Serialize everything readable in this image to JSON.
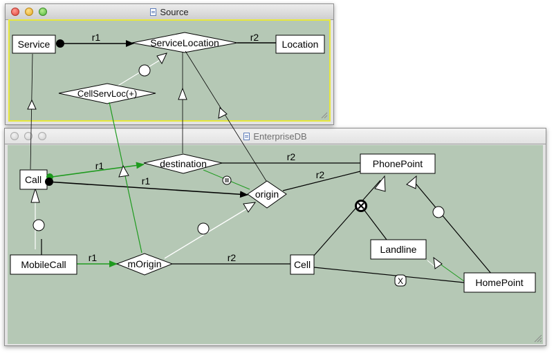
{
  "source_window": {
    "title": "Source",
    "nodes": {
      "service": "Service",
      "service_location": "ServiceLocation",
      "location": "Location",
      "cell_serv_loc": "CellServLoc(+)"
    },
    "edges": {
      "r1": "r1",
      "r2": "r2"
    }
  },
  "enterprise_window": {
    "title": "EnterpriseDB",
    "nodes": {
      "call": "Call",
      "destination": "destination",
      "phone_point": "PhonePoint",
      "origin": "origin",
      "mobile_call": "MobileCall",
      "m_origin": "mOrigin",
      "cell": "Cell",
      "landline": "Landline",
      "home_point": "HomePoint"
    },
    "edges": {
      "call_destination_r1": "r1",
      "call_origin_r1": "r1",
      "destination_phonepoint_r2": "r2",
      "origin_phonepoint_r2": "r2",
      "mobilecall_morigin_r1": "r1",
      "morigin_cell_r2": "r2"
    },
    "markers": {
      "cell_homepoint": "X"
    }
  },
  "colors": {
    "canvas": "#b5c8b5",
    "mapping_line": "#22a022",
    "focus_border": "#e8e83a"
  }
}
